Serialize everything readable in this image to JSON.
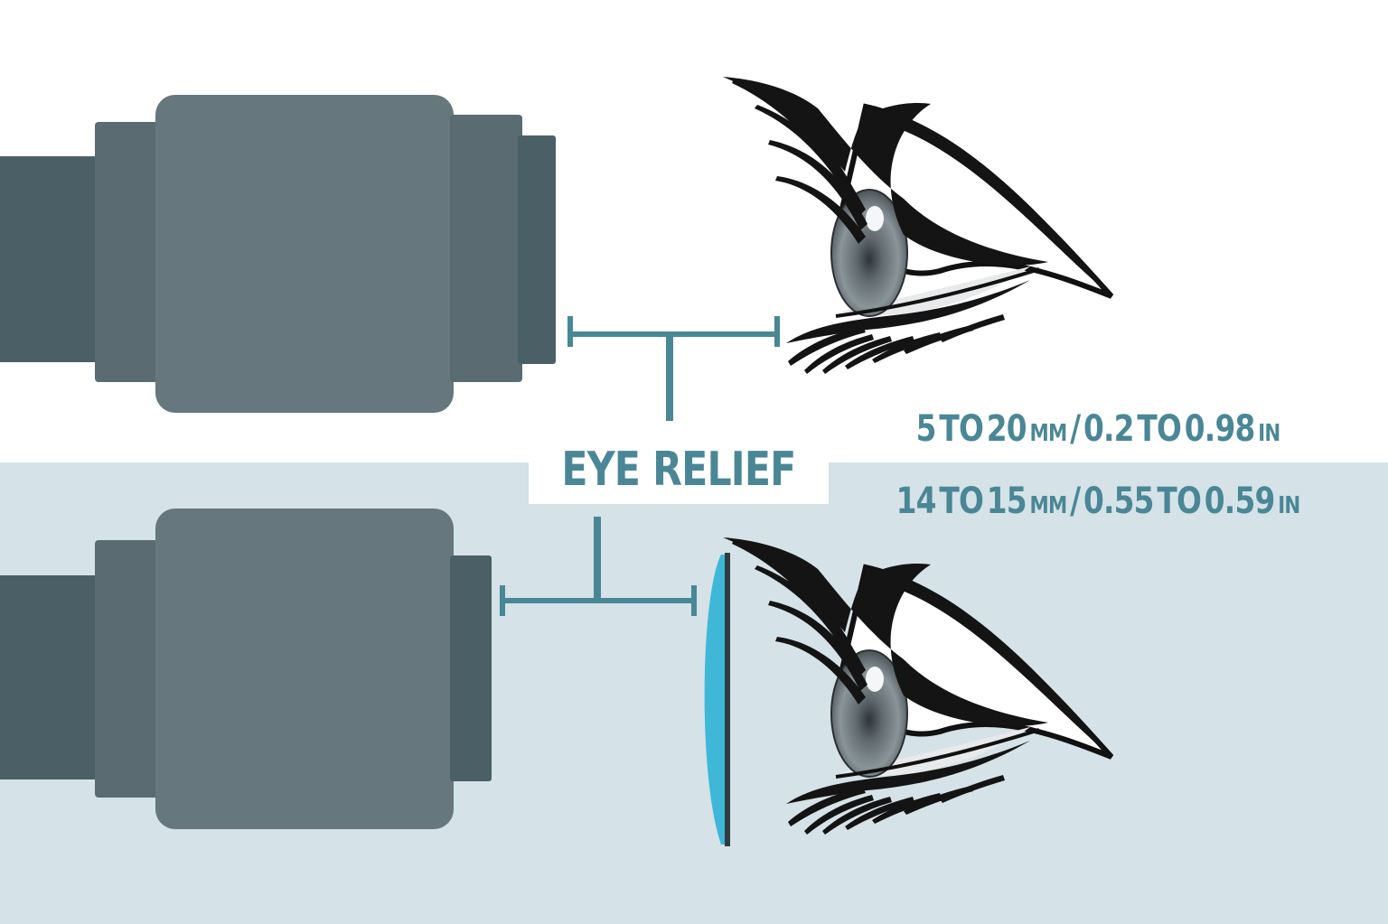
{
  "diagram": {
    "label": "EYE RELIEF",
    "specs": [
      {
        "start": "5",
        "to1": "TO",
        "end": "20",
        "unit_a": "MM",
        "sep": "/",
        "start_in": "0.2",
        "to2": "TO",
        "end_in": "0.98",
        "unit_b": "IN"
      },
      {
        "start": "14",
        "to1": "TO",
        "end": "15",
        "unit_a": "MM",
        "sep": "/",
        "start_in": "0.55",
        "to2": "TO",
        "end_in": "0.59",
        "unit_b": "IN"
      }
    ],
    "icons": [
      "eyepiece-icon",
      "eye-icon",
      "eyeglass-lens-icon"
    ]
  },
  "colors": {
    "accent": "#4a8796",
    "bottom_band": "#d5e2e7",
    "barrel_dark": "#4b5f67",
    "barrel_mid": "#5a6b72",
    "barrel_main": "#66777e",
    "lens": "#3fb8d8",
    "iris": "#6f7a80"
  }
}
